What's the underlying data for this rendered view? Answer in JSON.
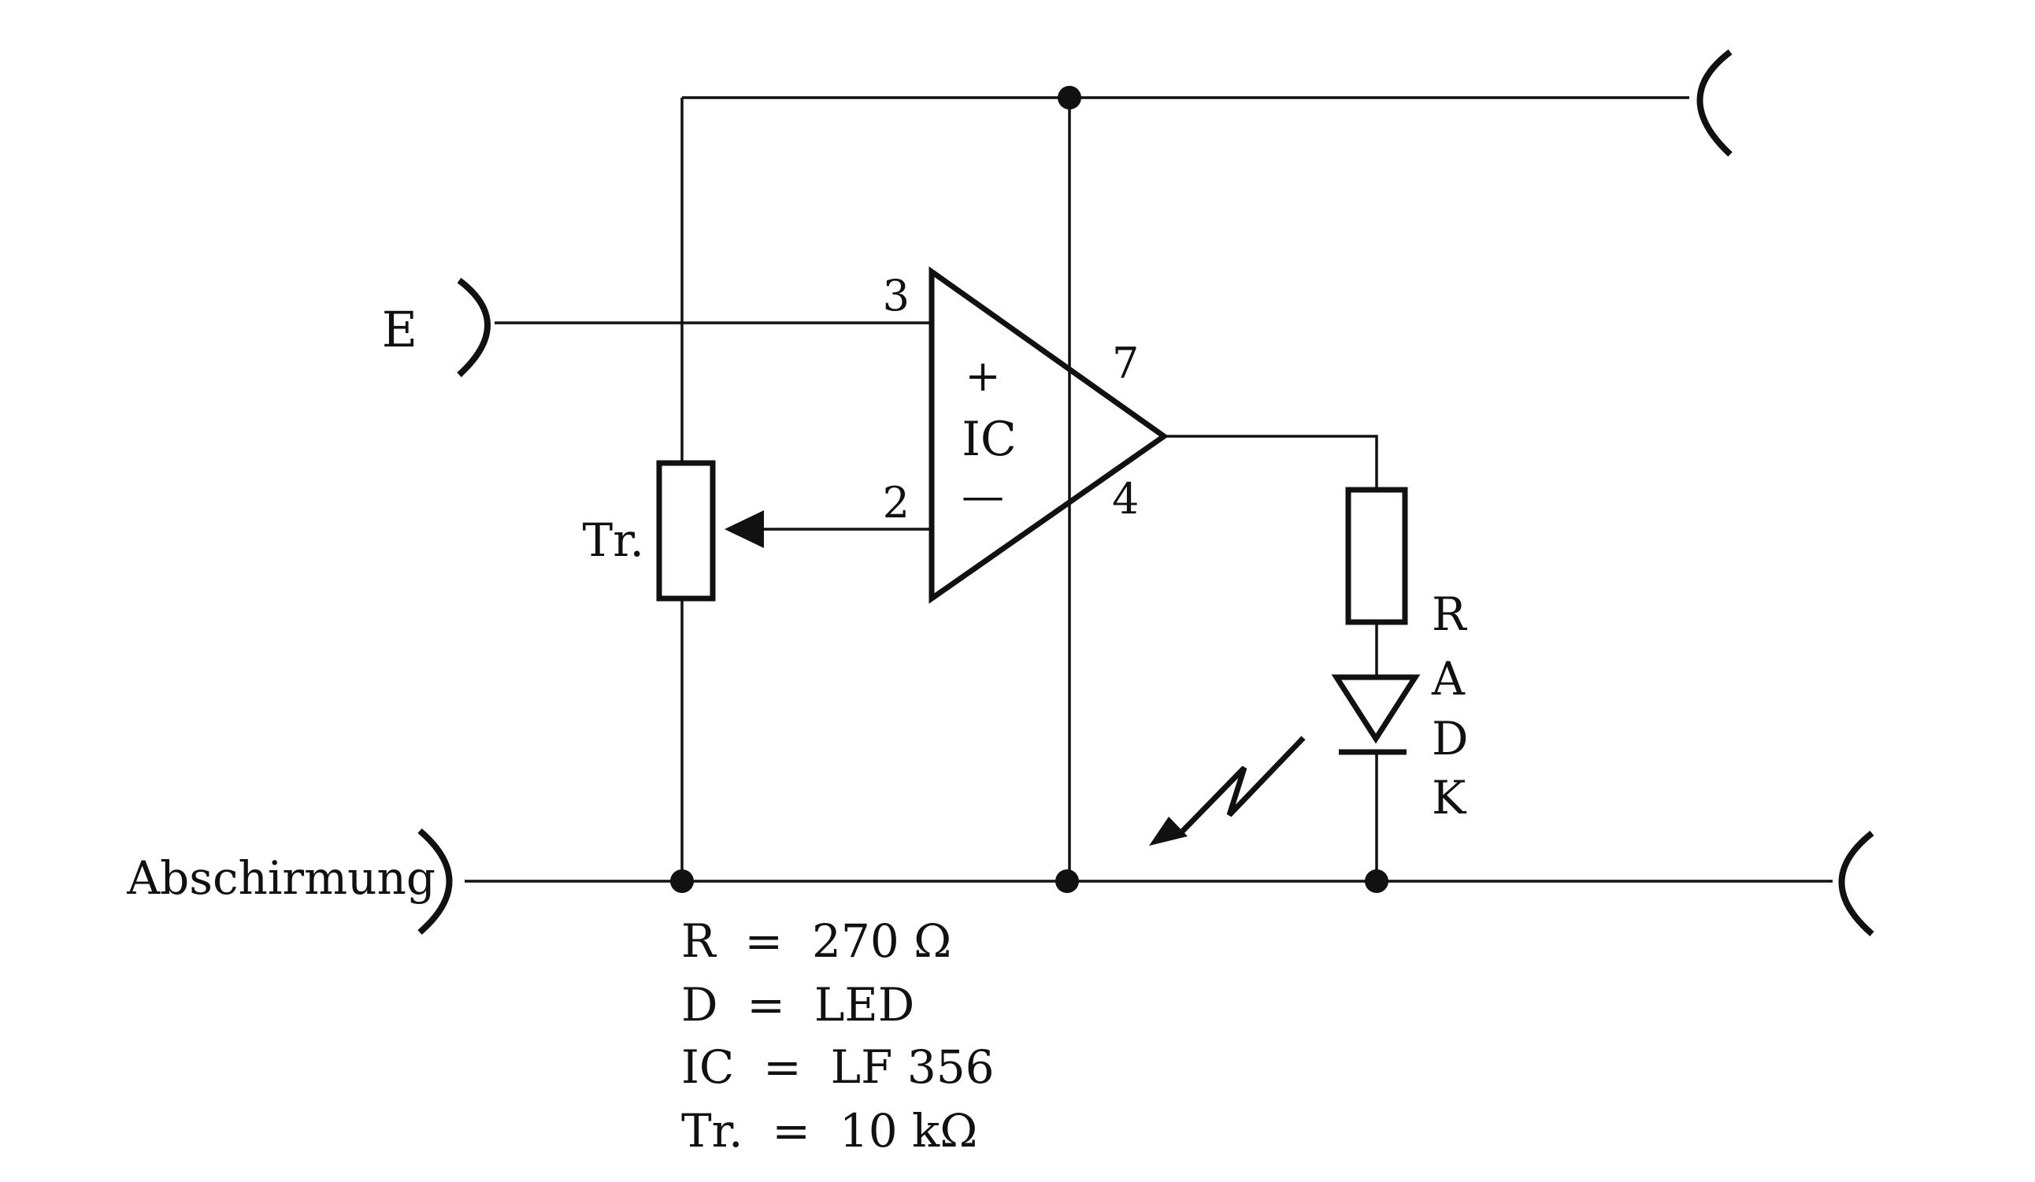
{
  "labels": {
    "input": "E",
    "shield": "Abschirmung",
    "trimmer": "Tr.",
    "opamp_plus": "+",
    "opamp_name": "IC",
    "opamp_minus": "—",
    "pin3": "3",
    "pin2": "2",
    "pin7": "7",
    "pin4": "4",
    "col_r": "R",
    "col_a": "A",
    "col_d": "D",
    "col_k": "K"
  },
  "legend": [
    "R  =  270 Ω",
    "D  =  LED",
    "IC  =  LF 356",
    "Tr.  =  10 kΩ"
  ],
  "colors": {
    "ink": "#111111",
    "background": "#ffffff"
  }
}
